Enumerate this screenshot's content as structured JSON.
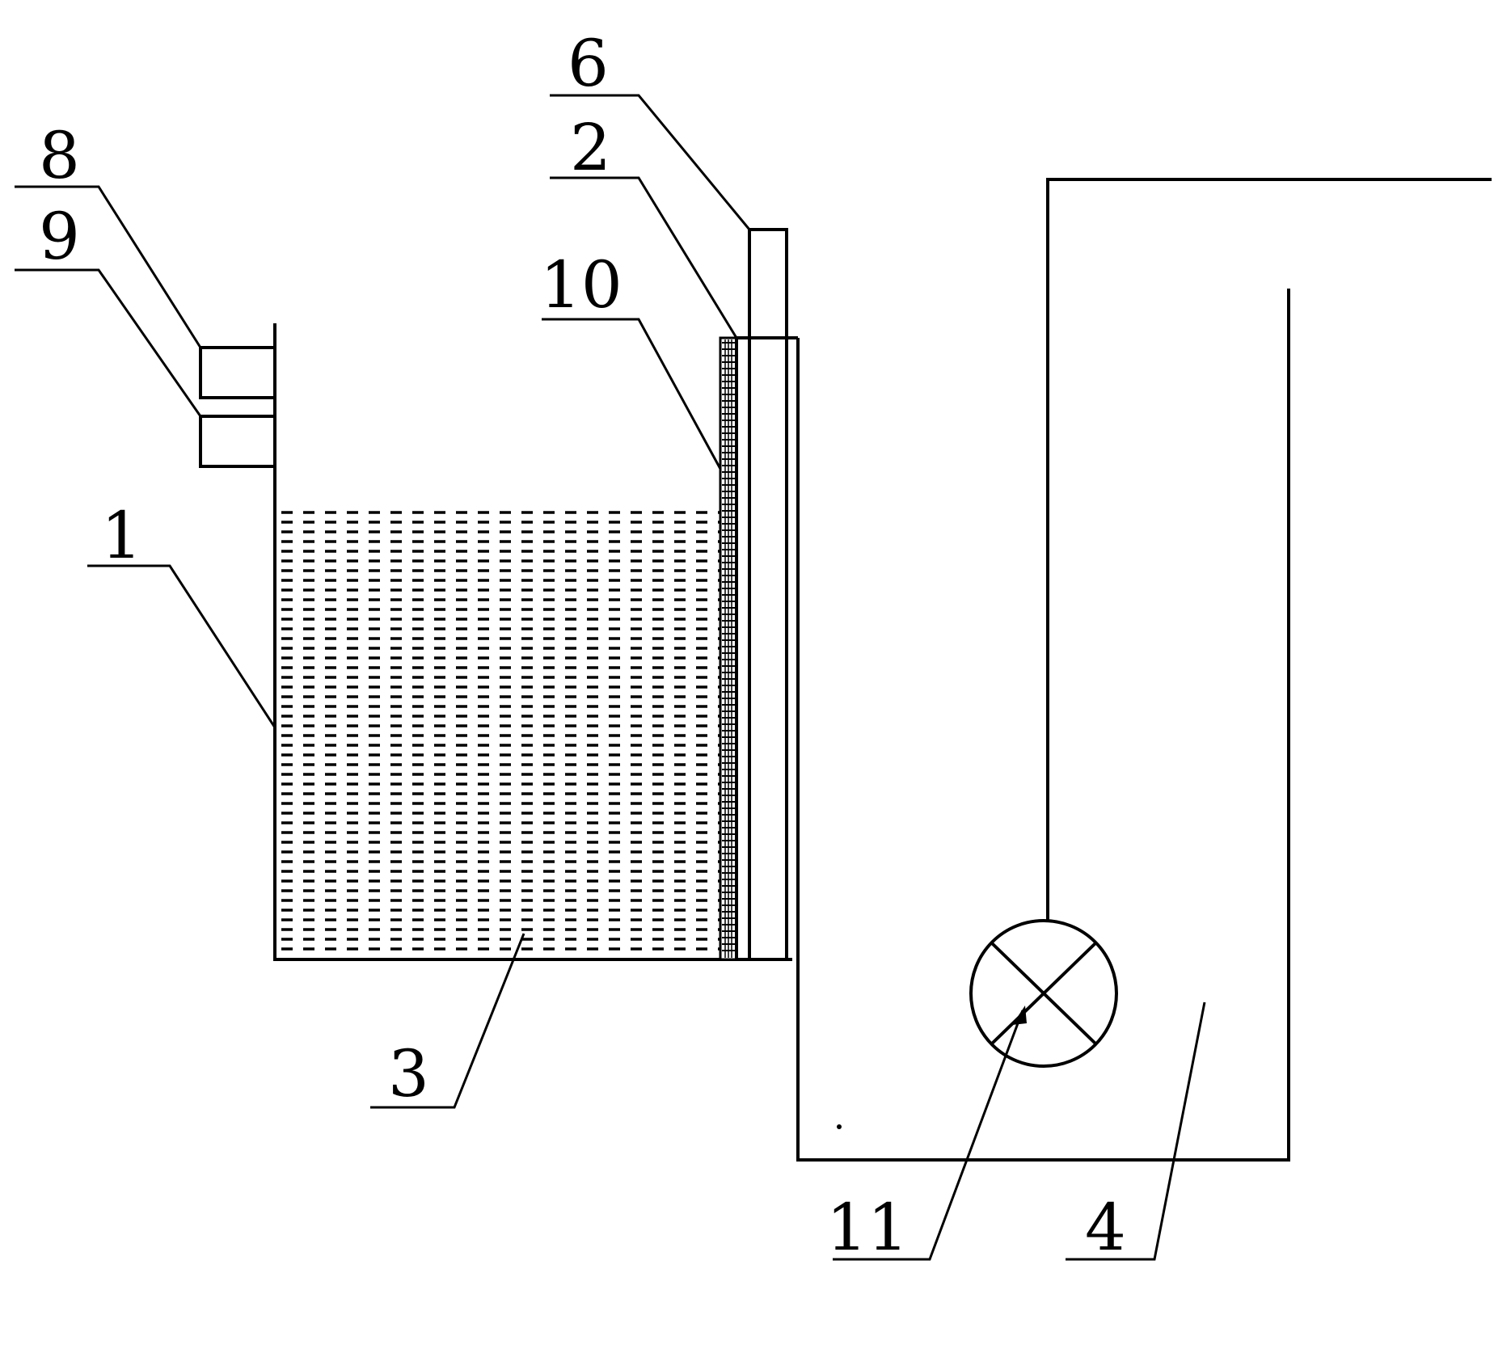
{
  "diagram": {
    "labels": {
      "l1": "1",
      "l2": "2",
      "l3": "3",
      "l4": "4",
      "l6": "6",
      "l8": "8",
      "l9": "9",
      "l10": "10",
      "l11": "11"
    },
    "colors": {
      "line": "#000000",
      "background": "#ffffff"
    }
  }
}
